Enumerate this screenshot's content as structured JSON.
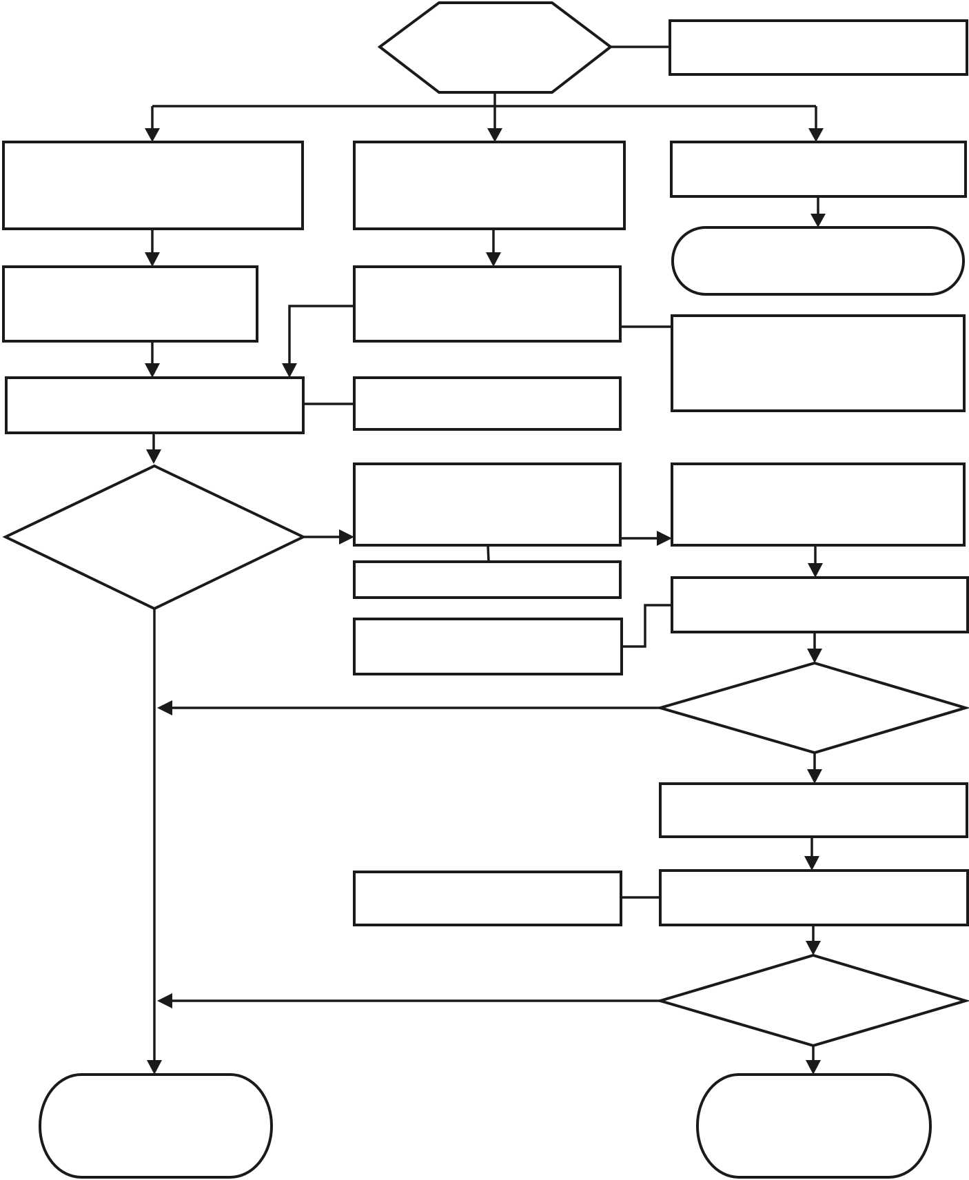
{
  "diagram": {
    "type": "flowchart",
    "nodes": [
      {
        "id": "start_hex",
        "shape": "hexagon",
        "text": ""
      },
      {
        "id": "start_note",
        "shape": "process",
        "text": ""
      },
      {
        "id": "left_1",
        "shape": "process",
        "text": ""
      },
      {
        "id": "mid_1",
        "shape": "process",
        "text": ""
      },
      {
        "id": "right_1",
        "shape": "process",
        "text": ""
      },
      {
        "id": "right_terminal_top",
        "shape": "terminal",
        "text": ""
      },
      {
        "id": "left_2",
        "shape": "process",
        "text": ""
      },
      {
        "id": "mid_2",
        "shape": "process",
        "text": ""
      },
      {
        "id": "right_note_2",
        "shape": "process",
        "text": ""
      },
      {
        "id": "left_3",
        "shape": "process",
        "text": ""
      },
      {
        "id": "mid_note_3",
        "shape": "process",
        "text": ""
      },
      {
        "id": "left_decision",
        "shape": "decision",
        "text": ""
      },
      {
        "id": "mid_4",
        "shape": "process",
        "text": ""
      },
      {
        "id": "right_4",
        "shape": "process",
        "text": ""
      },
      {
        "id": "mid_note_4",
        "shape": "process",
        "text": ""
      },
      {
        "id": "right_5",
        "shape": "process",
        "text": ""
      },
      {
        "id": "mid_note_5",
        "shape": "process",
        "text": ""
      },
      {
        "id": "right_decision_1",
        "shape": "decision",
        "text": ""
      },
      {
        "id": "right_6",
        "shape": "process",
        "text": ""
      },
      {
        "id": "right_7",
        "shape": "process",
        "text": ""
      },
      {
        "id": "mid_note_7",
        "shape": "process",
        "text": ""
      },
      {
        "id": "right_decision_2",
        "shape": "decision",
        "text": ""
      },
      {
        "id": "end_left",
        "shape": "terminal",
        "text": ""
      },
      {
        "id": "end_right",
        "shape": "terminal",
        "text": ""
      }
    ],
    "edges": [
      {
        "from": "start_hex",
        "to": "start_note",
        "arrow": false
      },
      {
        "from": "start_hex",
        "to": "left_1",
        "arrow": true
      },
      {
        "from": "start_hex",
        "to": "mid_1",
        "arrow": true
      },
      {
        "from": "start_hex",
        "to": "right_1",
        "arrow": true
      },
      {
        "from": "left_1",
        "to": "left_2",
        "arrow": true
      },
      {
        "from": "left_2",
        "to": "left_3",
        "arrow": true
      },
      {
        "from": "mid_1",
        "to": "mid_2",
        "arrow": true
      },
      {
        "from": "mid_2",
        "to": "left_3",
        "arrow": true
      },
      {
        "from": "mid_2",
        "to": "right_note_2",
        "arrow": false
      },
      {
        "from": "right_1",
        "to": "right_terminal_top",
        "arrow": true
      },
      {
        "from": "left_3",
        "to": "mid_note_3",
        "arrow": false
      },
      {
        "from": "left_3",
        "to": "left_decision",
        "arrow": true
      },
      {
        "from": "left_decision",
        "to": "mid_4",
        "arrow": true
      },
      {
        "from": "left_decision",
        "to": "end_left",
        "arrow": true
      },
      {
        "from": "mid_4",
        "to": "right_4",
        "arrow": true
      },
      {
        "from": "mid_4",
        "to": "mid_note_4",
        "arrow": false
      },
      {
        "from": "right_4",
        "to": "right_5",
        "arrow": true
      },
      {
        "from": "mid_note_5",
        "to": "right_5",
        "arrow": false
      },
      {
        "from": "right_5",
        "to": "right_decision_1",
        "arrow": true
      },
      {
        "from": "right_decision_1",
        "to": "left_decision",
        "arrow": true
      },
      {
        "from": "right_decision_1",
        "to": "right_6",
        "arrow": true
      },
      {
        "from": "right_6",
        "to": "right_7",
        "arrow": true
      },
      {
        "from": "mid_note_7",
        "to": "right_7",
        "arrow": false
      },
      {
        "from": "right_7",
        "to": "right_decision_2",
        "arrow": true
      },
      {
        "from": "right_decision_2",
        "to": "left_decision",
        "arrow": true
      },
      {
        "from": "right_decision_2",
        "to": "end_right",
        "arrow": true
      }
    ]
  }
}
